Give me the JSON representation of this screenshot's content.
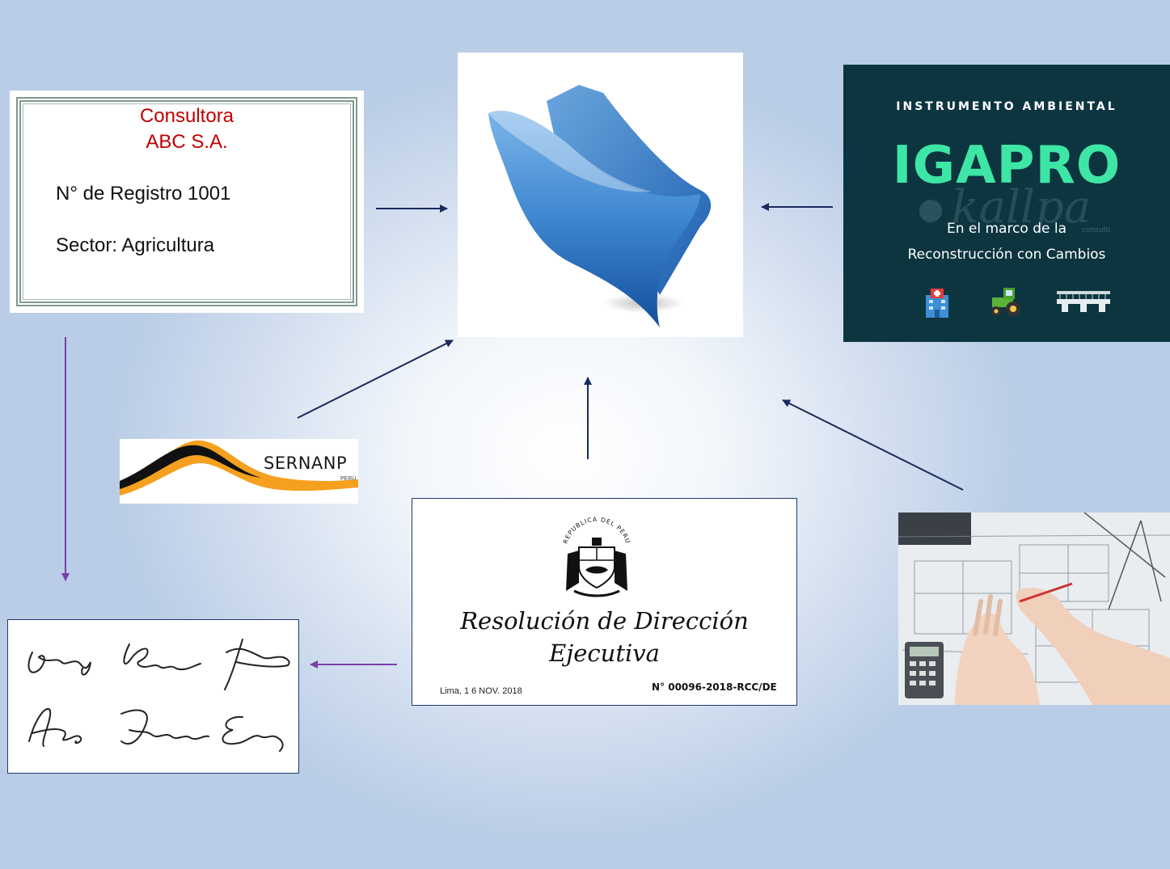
{
  "certificate": {
    "company_line1": "Consultora",
    "company_line2": "ABC S.A.",
    "registry": "N° de Registro 1001",
    "sector": "Sector: Agricultura"
  },
  "igapro": {
    "kicker": "INSTRUMENTO AMBIENTAL",
    "title": "IGAPRO",
    "line1": "En el marco de la",
    "line2": "Reconstrucción con Cambios",
    "watermark": "kallpa",
    "watermark_small": "consultores",
    "icons": [
      "hospital-icon",
      "tractor-icon",
      "bridge-icon"
    ]
  },
  "sernanp": {
    "name": "SERNANP",
    "country": "PERÚ"
  },
  "resolution": {
    "seal_text": "REPUBLICA DEL PERU",
    "title_line1": "Resolución de Dirección",
    "title_line2": "Ejecutiva",
    "place_date": "Lima,   1 6 NOV. 2018",
    "number": "N° 00096-2018-RCC/DE"
  },
  "colors": {
    "arrow_navy": "#1a2a5e",
    "arrow_purple": "#7a3fa6",
    "igapro_bg": "#0d3540",
    "igapro_accent": "#3ee6a6",
    "company_red": "#c00000",
    "sernanp_orange": "#f5a01e"
  }
}
